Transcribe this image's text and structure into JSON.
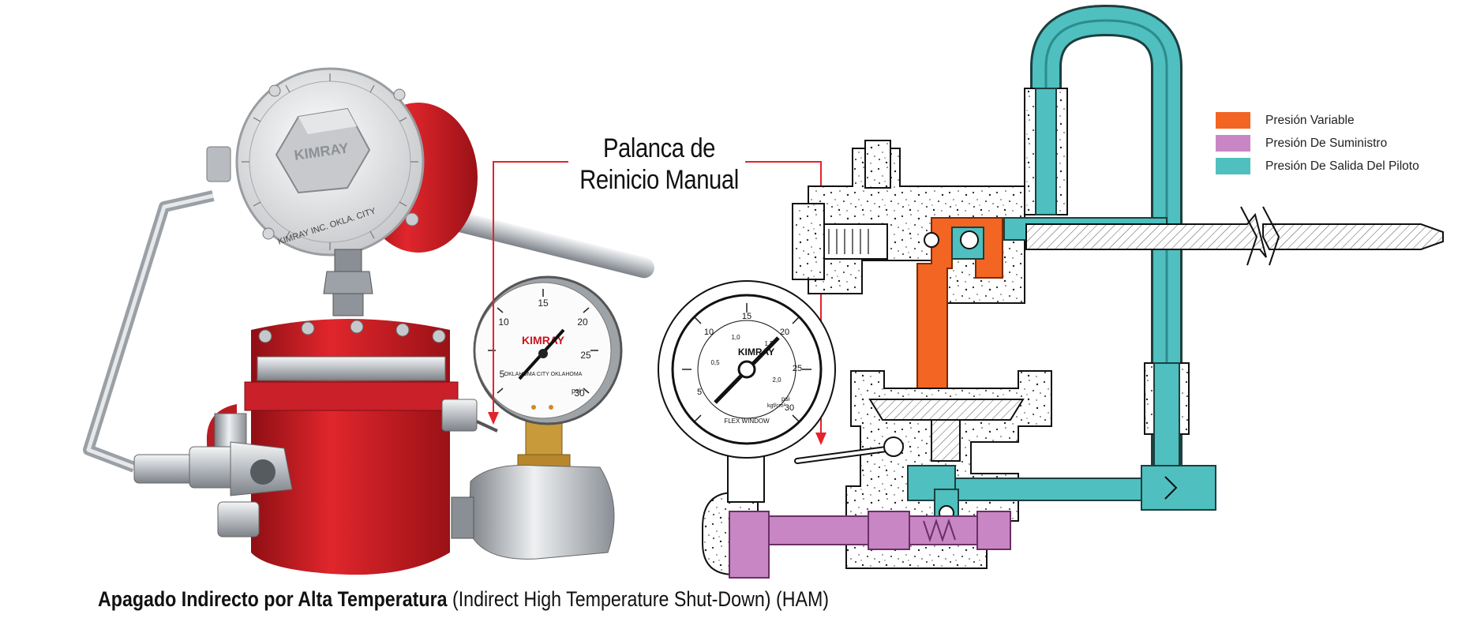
{
  "callout": {
    "line1": "Palanca de",
    "line2": "Reinicio Manual"
  },
  "legend": [
    {
      "label": "Presión Variable",
      "color": "#f26522"
    },
    {
      "label": "Presión De Suministro",
      "color": "#c887c4"
    },
    {
      "label": "Presión De Salida Del Piloto",
      "color": "#4fbfbf"
    }
  ],
  "colors": {
    "arrow": "#e3242b",
    "valve_red": "#d81f26",
    "steel": "#bfc3c7",
    "brass": "#c89a3a"
  },
  "photo": {
    "dial_brand": "KIMRAY",
    "dial_text": "KIMRAY INC. OKLA. CITY",
    "gauge_brand": "KIMRAY",
    "gauge_text": "OKLAHOMA CITY OKLAHOMA",
    "gauge_unit": "psi",
    "gauge_ticks": [
      "5",
      "10",
      "15",
      "20",
      "25",
      "30"
    ]
  },
  "drawing_gauge": {
    "brand": "KIMRAY",
    "sub_text": "FLEX WINDOW",
    "unit1": "psi",
    "unit2": "kgf/cm²",
    "outer_ticks": [
      "5",
      "10",
      "15",
      "20",
      "25",
      "30"
    ],
    "inner_ticks": [
      "0,5",
      "1,0",
      "1,5",
      "2,0"
    ]
  },
  "caption": {
    "bold": "Apagado Indirecto por Alta Temperatura",
    "rest": " (Indirect High Temperature Shut-Down) (HAM)"
  }
}
